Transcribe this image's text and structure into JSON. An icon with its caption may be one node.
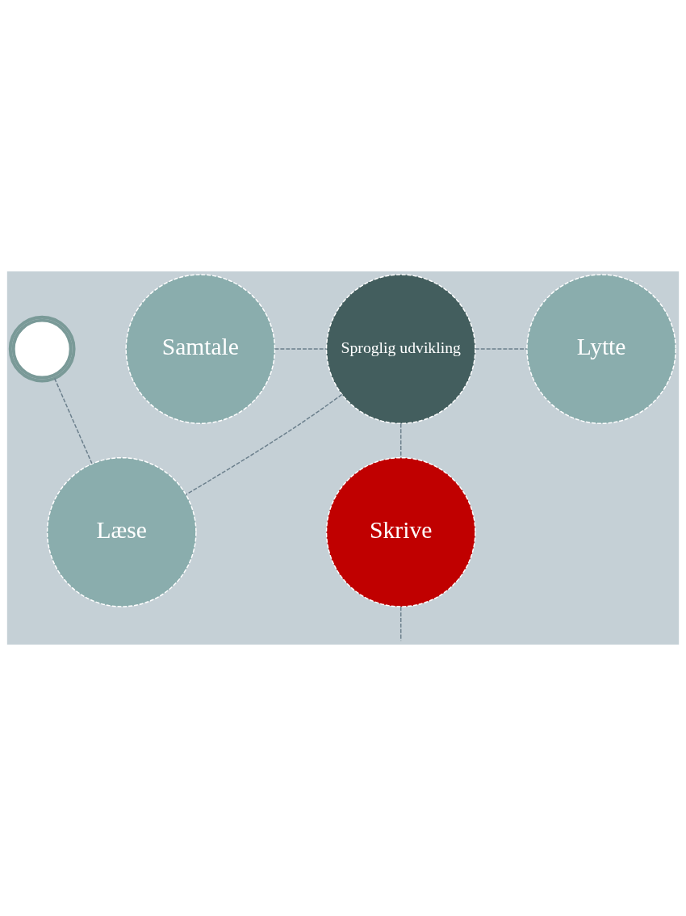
{
  "diagram": {
    "nodes": [
      {
        "text": [],
        "shape": "circle"
      },
      {
        "text": [
          "Læse"
        ]
      },
      {
        "text": [
          "Samtale"
        ]
      },
      {
        "text": [
          "Sproglig udvikling"
        ]
      },
      {
        "text": [
          "Lytte"
        ]
      },
      {
        "text": [
          "Skrive"
        ]
      }
    ],
    "edges": [
      {
        "from": 0,
        "to": 1,
        "arrow": "none",
        "style": "dashed"
      },
      {
        "from": 3,
        "to": 1,
        "arrow": "none",
        "style": "dashed"
      },
      {
        "from": 3,
        "to": 2,
        "arrow": "none",
        "style": "dashed"
      },
      {
        "from": 3,
        "to": 4,
        "arrow": "none",
        "style": "dashed"
      },
      {
        "from": 3,
        "to": 5,
        "arrow": "none",
        "style": "dashed"
      },
      {
        "from": 5,
        "to": null,
        "arrow": "none",
        "style": "dashed"
      }
    ]
  }
}
